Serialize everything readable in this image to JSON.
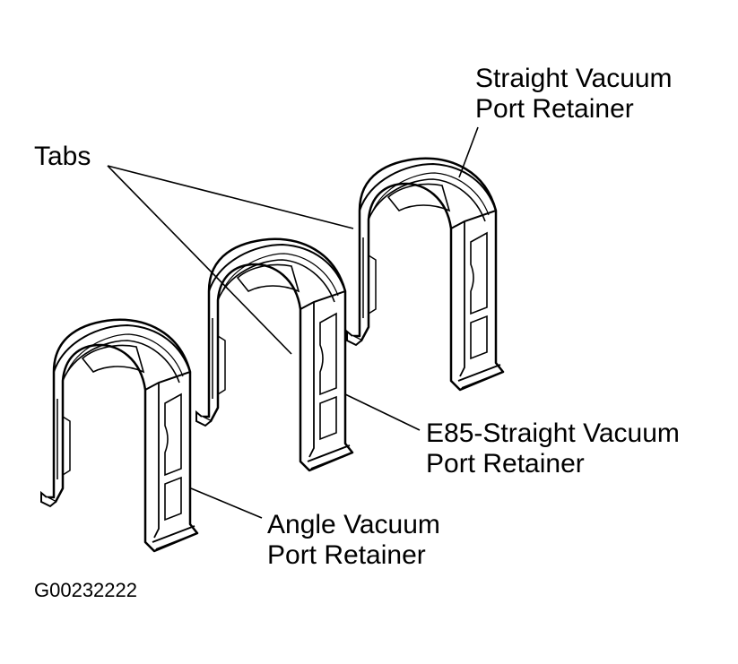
{
  "labels": {
    "straight_line1": "Straight Vacuum",
    "straight_line2": "Port Retainer",
    "tabs": "Tabs",
    "e85_line1": "E85-Straight Vacuum",
    "e85_line2": "Port Retainer",
    "angle_line1": "Angle Vacuum",
    "angle_line2": "Port Retainer"
  },
  "figure_id": "G00232222",
  "colors": {
    "ink": "#000000",
    "background": "#ffffff",
    "fill": "#ffffff"
  }
}
